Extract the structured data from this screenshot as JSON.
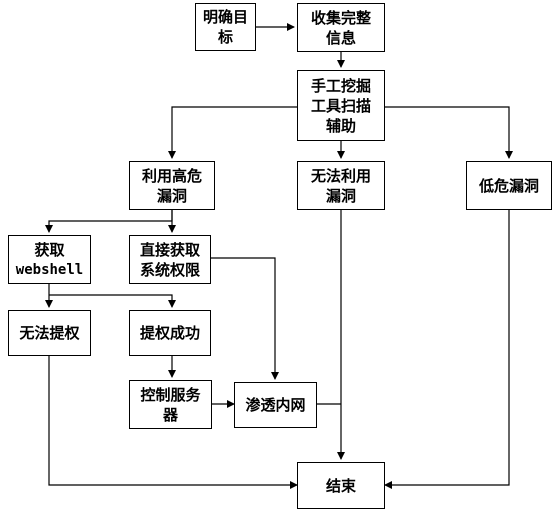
{
  "nodes": {
    "goal": "明确目标",
    "collect_line1": "收集完整",
    "collect_line2": "信息",
    "tools_line1": "手工挖掘",
    "tools_line2": "工具扫描",
    "tools_line3": "辅助",
    "high_line1": "利用高危",
    "high_line2": "漏洞",
    "unusable_line1": "无法利用",
    "unusable_line2": "漏洞",
    "low": "低危漏洞",
    "webshell_line1": "获取",
    "webshell_line2": "webshell",
    "direct_line1": "直接获取",
    "direct_line2": "系统权限",
    "no_escalate": "无法提权",
    "escalate_ok": "提权成功",
    "control_line1": "控制服务",
    "control_line2": "器",
    "pivot": "渗透内网",
    "end": "结束"
  }
}
